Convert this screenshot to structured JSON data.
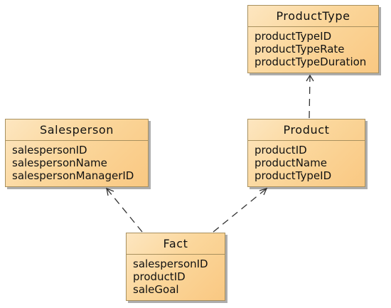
{
  "diagram": {
    "classes": [
      {
        "name": "ProductType",
        "attributes": [
          "productTypeID",
          "productTypeRate",
          "productTypeDuration"
        ]
      },
      {
        "name": "Salesperson",
        "attributes": [
          "salespersonID",
          "salespersonName",
          "salespersonManagerID"
        ]
      },
      {
        "name": "Product",
        "attributes": [
          "productID",
          "productName",
          "productTypeID"
        ]
      },
      {
        "name": "Fact",
        "attributes": [
          "salespersonID",
          "productID",
          "saleGoal"
        ]
      }
    ],
    "dependencies": [
      {
        "from": "Product",
        "to": "ProductType"
      },
      {
        "from": "Fact",
        "to": "Salesperson"
      },
      {
        "from": "Fact",
        "to": "Product"
      }
    ],
    "colors": {
      "class_fill_light": "#fde6c0",
      "class_fill_dark": "#f9c882",
      "class_border": "#a8905e",
      "connector": "#333333"
    }
  }
}
